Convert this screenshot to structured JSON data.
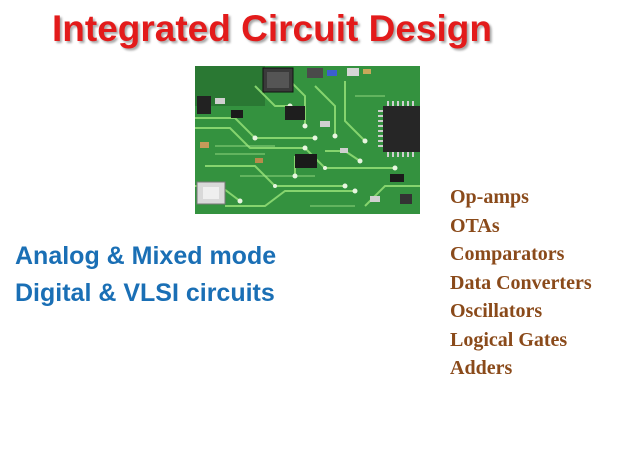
{
  "title": "Integrated Circuit Design",
  "image": {
    "icon": "circuit-board-photo",
    "colors": {
      "board": "#2f8a3a",
      "trace": "#7fd16b",
      "chip": "#1e1e1e",
      "pad": "#c9c9c9"
    }
  },
  "categories": [
    "Analog & Mixed mode",
    "Digital & VLSI circuits"
  ],
  "circuits": [
    "Op-amps",
    "OTAs",
    "Comparators",
    "Data Converters",
    "Oscillators",
    "Logical Gates",
    "Adders"
  ],
  "colors": {
    "title": "#e31b1b",
    "categories": "#1a6fb5",
    "circuits": "#8a4a1a"
  }
}
